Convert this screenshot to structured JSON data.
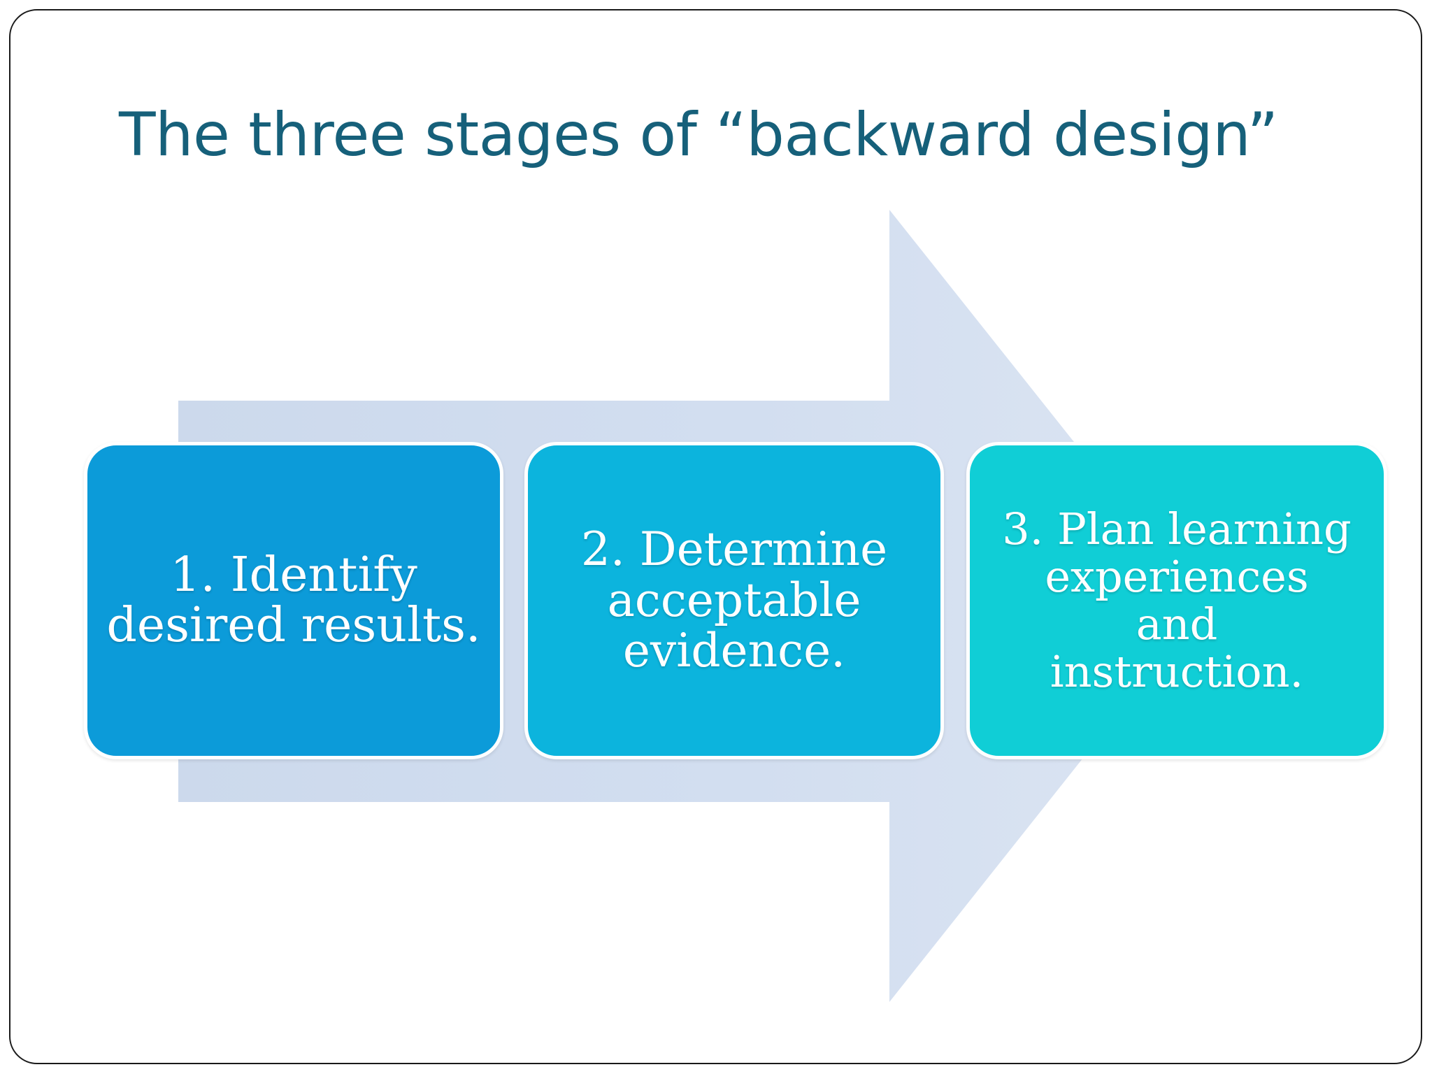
{
  "slide": {
    "title": "The three stages of “backward design”",
    "title_color": "#16607a",
    "background_color": "#ffffff",
    "border_color": "#1a1a1a"
  },
  "arrow": {
    "name": "right-arrow-background",
    "fill_color": "#d0dcee"
  },
  "stages": [
    {
      "number": "1.",
      "label": "1.  Identify\ndesired results.",
      "text_color": "#ffffff",
      "fill_color": "#0c9bd9"
    },
    {
      "number": "2.",
      "label": "2.  Determine\nacceptable\nevidence.",
      "text_color": "#ffffff",
      "fill_color": "#0cb4dd"
    },
    {
      "number": "3.",
      "label": "3.  Plan learning\nexperiences\nand\ninstruction.",
      "text_color": "#ffffff",
      "fill_color": "#10ced6"
    }
  ]
}
